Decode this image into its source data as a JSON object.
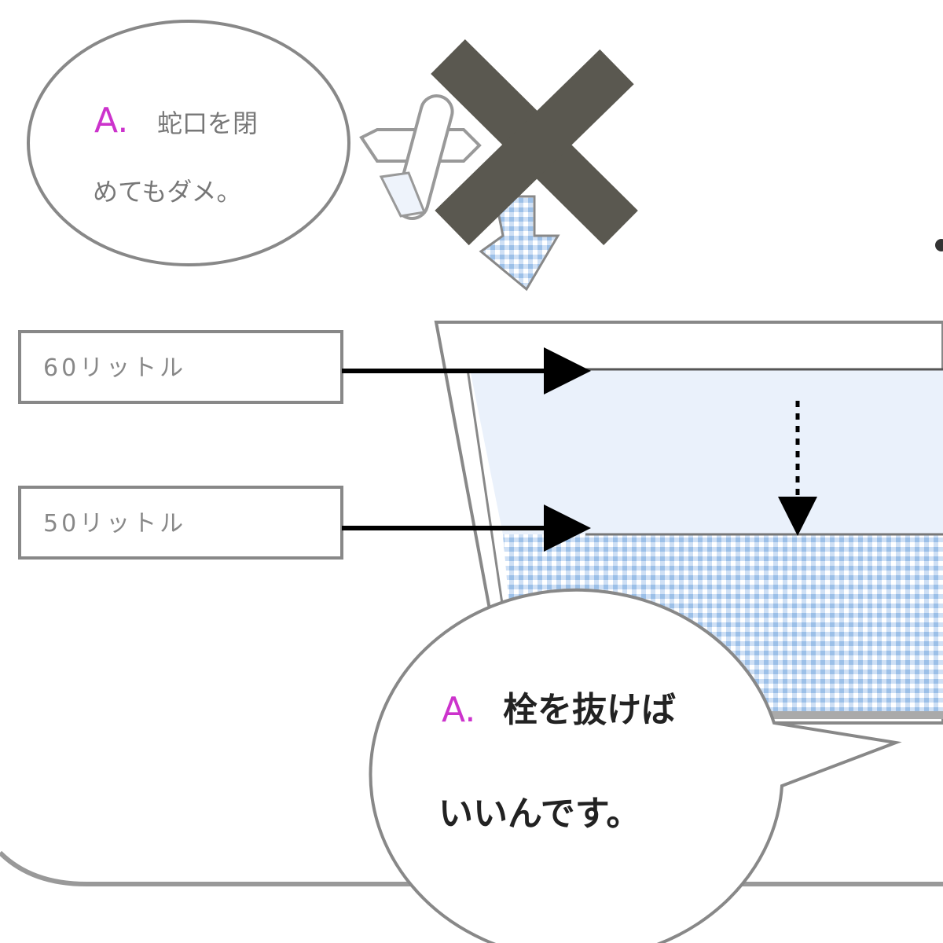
{
  "top_bubble": {
    "prefix": "A.",
    "line1": "蛇口を閉",
    "line2": "めてもダメ。"
  },
  "labels": {
    "level_high": "60リットル",
    "level_low": "50リットル"
  },
  "bottom_bubble": {
    "prefix": "A.",
    "line1": "栓を抜けば",
    "line2": "いいんです。"
  },
  "icons": {
    "faucet": "faucet-icon",
    "cross": "x-mark-icon",
    "water_arrow": "water-flow-arrow-icon"
  },
  "colors": {
    "accent": "#cc33cc",
    "cross": "#5a5850",
    "water": "#e8f0fa",
    "water_pattern": "#9cc0e8",
    "outline": "#777777"
  }
}
